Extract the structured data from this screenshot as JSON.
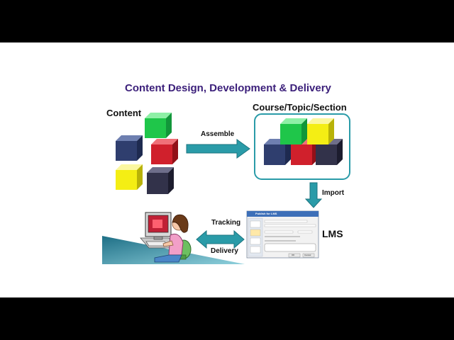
{
  "title": "Content Design, Development & Delivery",
  "labels": {
    "content": "Content",
    "course": "Course/Topic/Section",
    "assemble": "Assemble",
    "import": "Import",
    "tracking": "Tracking",
    "delivery": "Delivery",
    "lms": "LMS"
  },
  "dialog": {
    "title": "Publish for LMS",
    "buttons": [
      "OK",
      "Cancel"
    ]
  },
  "colors": {
    "title": "#3b1f7a",
    "arrow": "#2a9ba8",
    "cube_green": "#1fc64a",
    "cube_red": "#d0202c",
    "cube_navy": "#2f3e6e",
    "cube_yellow": "#f4ee14",
    "cube_dark": "#32324a",
    "frame_border": "#2a9ba8"
  }
}
